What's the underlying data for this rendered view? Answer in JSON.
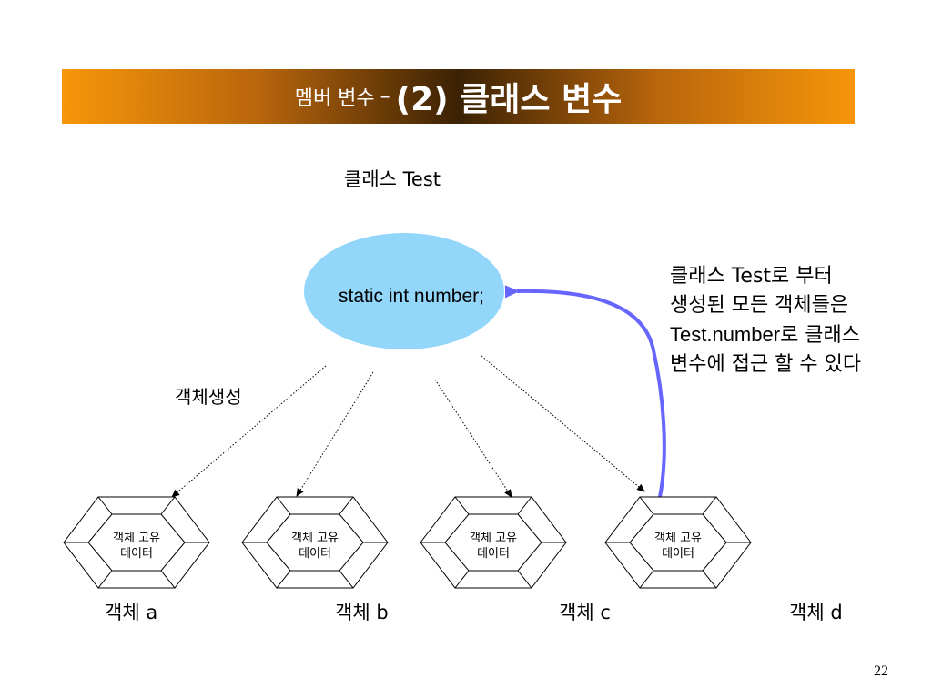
{
  "slide": {
    "title_main": "멤버 변수",
    "title_separator": "–",
    "title_sub": "(2) 클래스 변수",
    "page_number": "22"
  },
  "diagram": {
    "class_title": "클래스 Test",
    "class_field": "static int number;",
    "creation_label": "객체생성",
    "annotation": {
      "line1": "클래스 Test로 부터",
      "line2": "생성된 모든 객체들은",
      "line3_code": "Test.number",
      "line3_rest": "로 클래스",
      "line4": "변수에 접근 할 수 있다"
    },
    "objects": [
      {
        "data_line1": "객체 고유",
        "data_line2": "데이터",
        "label": "객체 a"
      },
      {
        "data_line1": "객체 고유",
        "data_line2": "데이터",
        "label": "객체 b"
      },
      {
        "data_line1": "객체 고유",
        "data_line2": "데이터",
        "label": "객체 c"
      },
      {
        "data_line1": "객체 고유",
        "data_line2": "데이터",
        "label": "객체 d"
      }
    ],
    "colors": {
      "ellipse_fill": "#92d6fa",
      "access_arrow": "#6666ff",
      "title_bar_light": "#f7960a",
      "title_bar_dark": "#3b2204"
    }
  }
}
